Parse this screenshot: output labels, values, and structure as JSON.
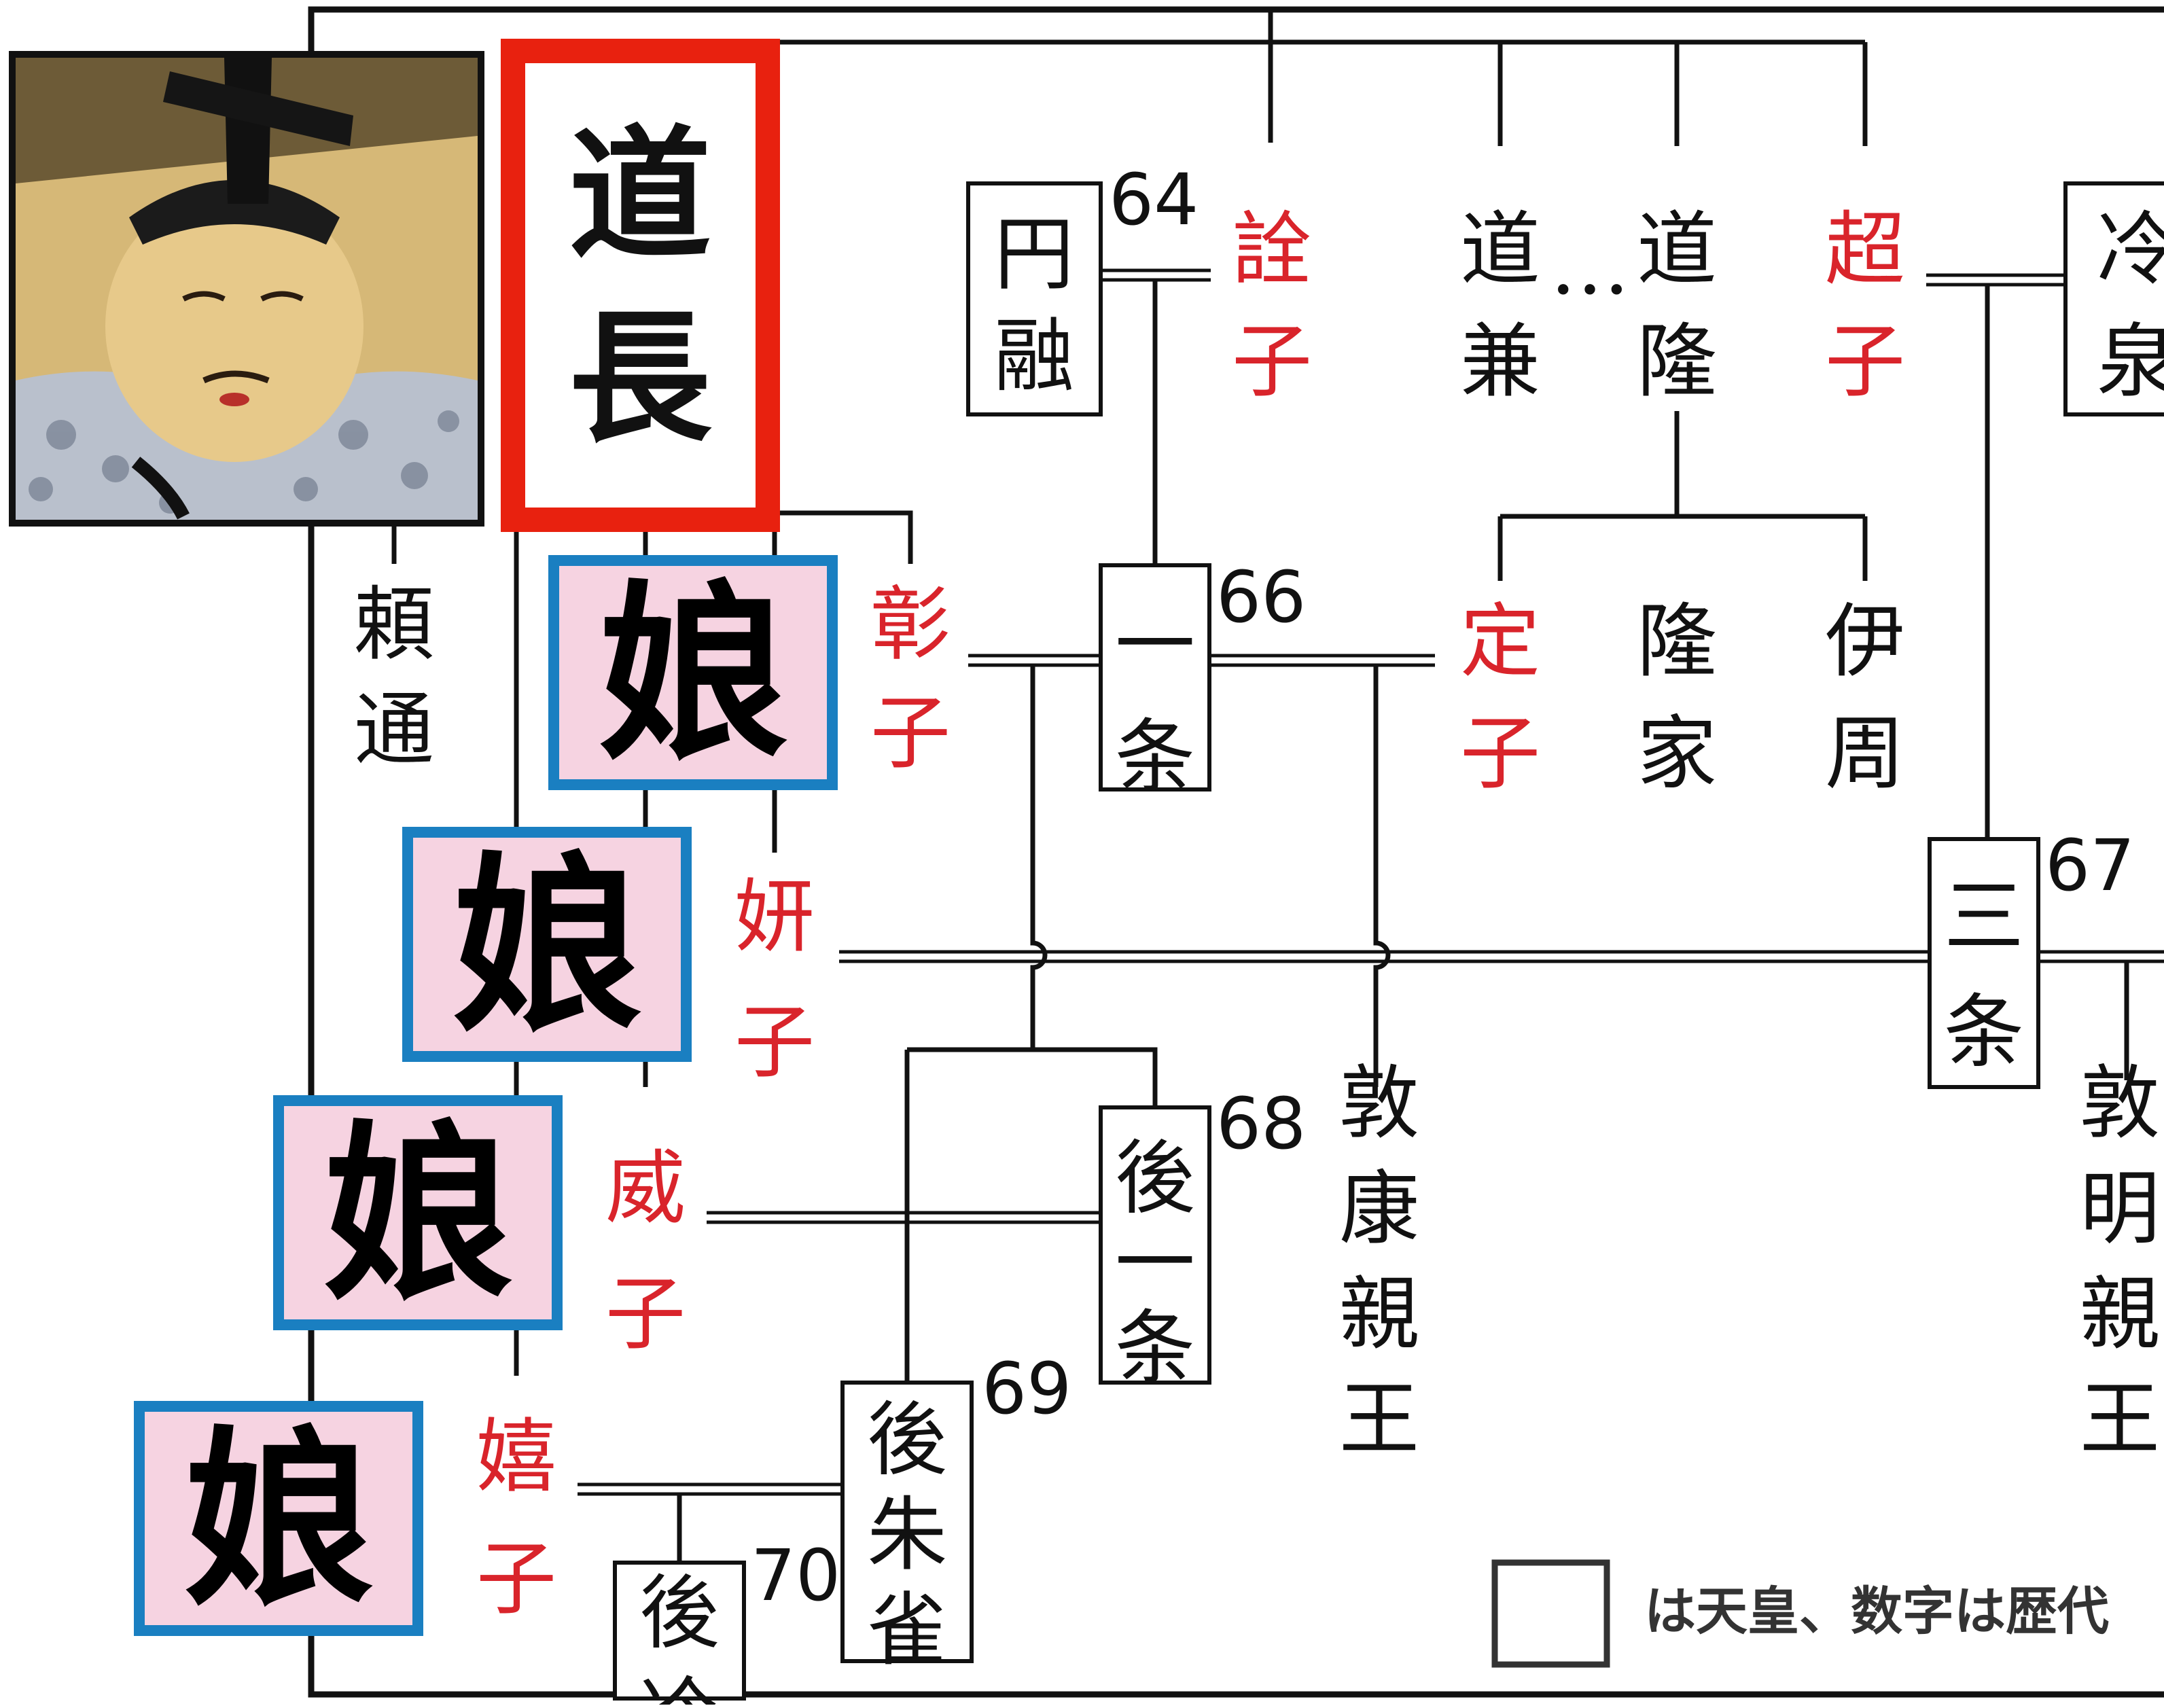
{
  "colors": {
    "consort_red": "#d9242b",
    "text_black": "#111111",
    "michinaga_frame": "#e8210f",
    "musume_border": "#1a7fc1",
    "musume_fill": "#f6d3e1"
  },
  "portrait": {
    "icon": "michinaga-portrait-image"
  },
  "michinaga": {
    "name": "道長"
  },
  "musume_label": "娘",
  "persons": {
    "enyu": "円融",
    "senshi": "詮子",
    "michikane": "道兼",
    "ellipsis": "…",
    "michitaka": "道隆",
    "choshi": "超子",
    "reizei": "冷泉",
    "yorimichi": "頼通",
    "shoshi": "彰子",
    "ichijo": "一条",
    "teishi": "定子",
    "takaie": "隆家",
    "korechika": "伊周",
    "kenshi": "妍子",
    "sanjo": "三条",
    "ishi": "威子",
    "goichijo": "後一条",
    "atsuyasu": "敦康親王",
    "atsuakira": "敦明親王",
    "kishi": "嬉子",
    "gosuzaku": "後朱雀",
    "goreizei": "後冷"
  },
  "reign_numbers": {
    "enyu": "64",
    "ichijo": "66",
    "sanjo": "67",
    "goichijo": "68",
    "gosuzaku": "69",
    "goreizei": "70"
  },
  "legend": {
    "text": "は天皇、数字は歴代"
  }
}
